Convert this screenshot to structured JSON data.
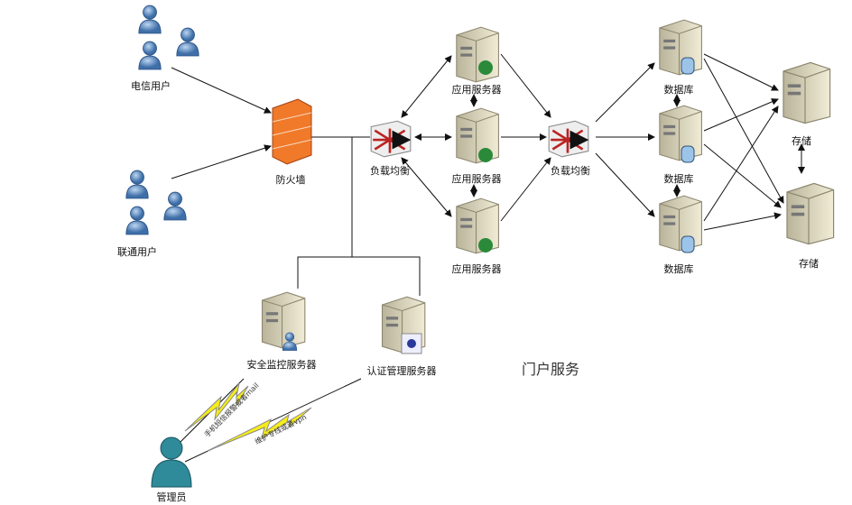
{
  "nodes": {
    "telecom_users": "电信用户",
    "unicom_users": "联通用户",
    "firewall": "防火墙",
    "load_balancer_1": "负载均衡",
    "app_servers": [
      "应用服务器",
      "应用服务器",
      "应用服务器"
    ],
    "load_balancer_2": "负载均衡",
    "databases": [
      "数据库",
      "数据库",
      "数据库"
    ],
    "storage": [
      "存储",
      "存储"
    ],
    "security_monitor": "安全监控服务器",
    "auth_server": "认证管理服务器",
    "admin": "管理员"
  },
  "links": {
    "sms_alert": "手机短信报警或者mail",
    "maintenance_vpn": "维护专线或者vpn"
  },
  "section_title": "门户服务"
}
